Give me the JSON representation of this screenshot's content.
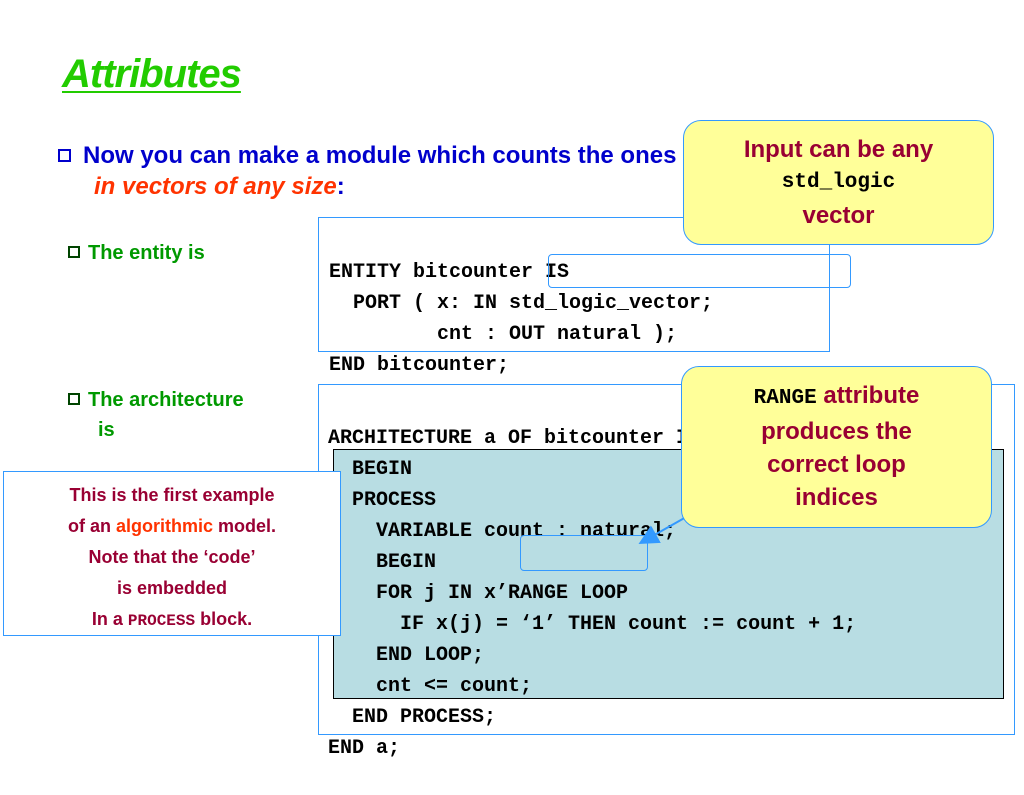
{
  "title": "Attributes",
  "main_bullet": {
    "line1": "Now you can make a module which counts the ones",
    "line2_italic": "in vectors of any size",
    "line2_tail": ":"
  },
  "entity_label": "The entity is",
  "architecture_label_1": "The architecture",
  "architecture_label_2": "is",
  "entity_code": [
    "ENTITY bitcounter IS",
    "  PORT ( x: IN std_logic_vector;",
    "         cnt : OUT natural );",
    "END bitcounter;"
  ],
  "architecture_code": [
    "ARCHITECTURE a OF bitcounter IS",
    "  BEGIN",
    "  PROCESS",
    "    VARIABLE count : natural;",
    "    BEGIN",
    "    FOR j IN x’RANGE LOOP",
    "      IF x(j) = ‘1’ THEN count := count + 1;",
    "    END LOOP;",
    "    cnt <= count;",
    "  END PROCESS;",
    "END a;"
  ],
  "callout_input": {
    "line1": "Input can be any",
    "line2_mono": "std_logic",
    "line3": "vector"
  },
  "callout_range": {
    "mono": "RANGE",
    "line1_tail": " attribute",
    "line2": "produces the",
    "line3": "correct loop",
    "line4": "indices"
  },
  "note": {
    "line1": "This is the first example",
    "line2_pre": "of an ",
    "line2_highlight": "algorithmic",
    "line2_post": " model.",
    "line3": "Note that the ‘code’",
    "line4": "is embedded",
    "line5_pre": "In a ",
    "line5_mono": "PROCESS",
    "line5_post": " block."
  },
  "colors": {
    "title": "#22cc00",
    "bullet": "#0000cc",
    "emphasis": "#ff3300",
    "sub_bullet": "#009900",
    "callout_bg": "#ffff99",
    "callout_text": "#990033",
    "process_bg": "#b8dde3",
    "box_border": "#3399ff"
  }
}
